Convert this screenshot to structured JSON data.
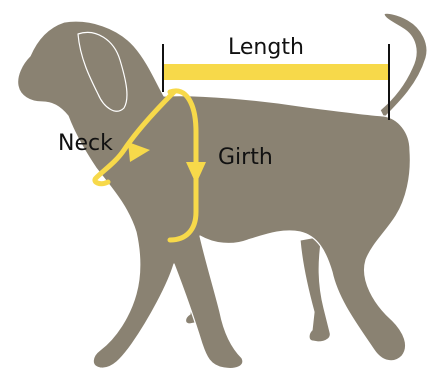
{
  "labels": {
    "length": "Length",
    "neck": "Neck",
    "girth": "Girth"
  },
  "colors": {
    "dog": "#8a8272",
    "dog_outline": "#ffffff",
    "measure": "#f7d94a",
    "ink": "#111111",
    "background": "#ffffff"
  }
}
